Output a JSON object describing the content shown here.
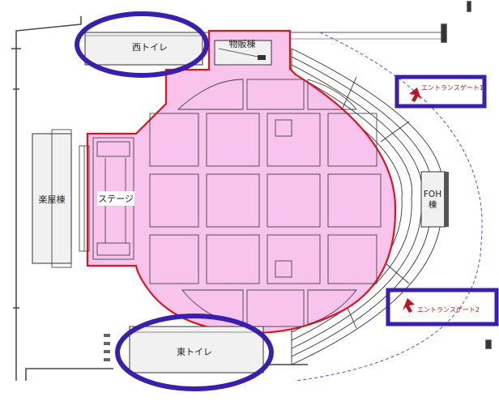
{
  "map": {
    "labels": {
      "west_toilet": "西トイレ",
      "merch": "物販棟",
      "dressing": "楽屋棟",
      "stage": "ステージ",
      "foh_top": "FOH",
      "foh_bottom": "棟",
      "east_toilet": "東トイレ",
      "gate1": "エントランスゲート1",
      "gate2": "エントランスゲート2"
    },
    "colors": {
      "highlight_ring": "#3a1fae",
      "area_outline": "#e0141e",
      "area_fill": "#f8c4ee",
      "gate_text": "#c0121c",
      "route_dash": "#3b5cd6",
      "building_fill": "#f1f1f1"
    },
    "icons": [
      "entrance-arrow-icon"
    ]
  }
}
